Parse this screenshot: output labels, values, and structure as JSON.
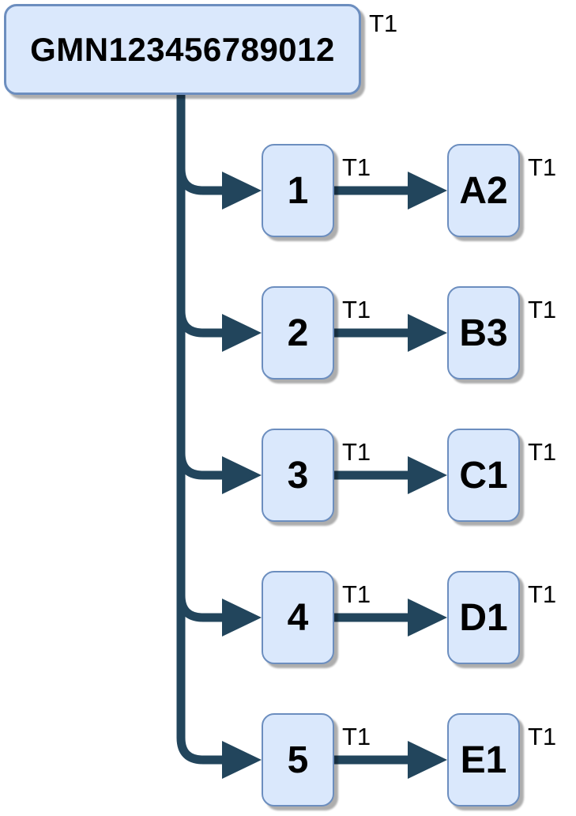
{
  "diagram": {
    "root": {
      "label": "GMN123456789012",
      "tag": "T1"
    },
    "rows": [
      {
        "source": "1",
        "source_tag": "T1",
        "target": "A2",
        "target_tag": "T1"
      },
      {
        "source": "2",
        "source_tag": "T1",
        "target": "B3",
        "target_tag": "T1"
      },
      {
        "source": "3",
        "source_tag": "T1",
        "target": "C1",
        "target_tag": "T1"
      },
      {
        "source": "4",
        "source_tag": "T1",
        "target": "D1",
        "target_tag": "T1"
      },
      {
        "source": "5",
        "source_tag": "T1",
        "target": "E1",
        "target_tag": "T1"
      }
    ],
    "colors": {
      "node_fill": "#dae8fc",
      "node_border": "#6c8ebf",
      "edge": "#22455c",
      "text": "#000000"
    }
  }
}
